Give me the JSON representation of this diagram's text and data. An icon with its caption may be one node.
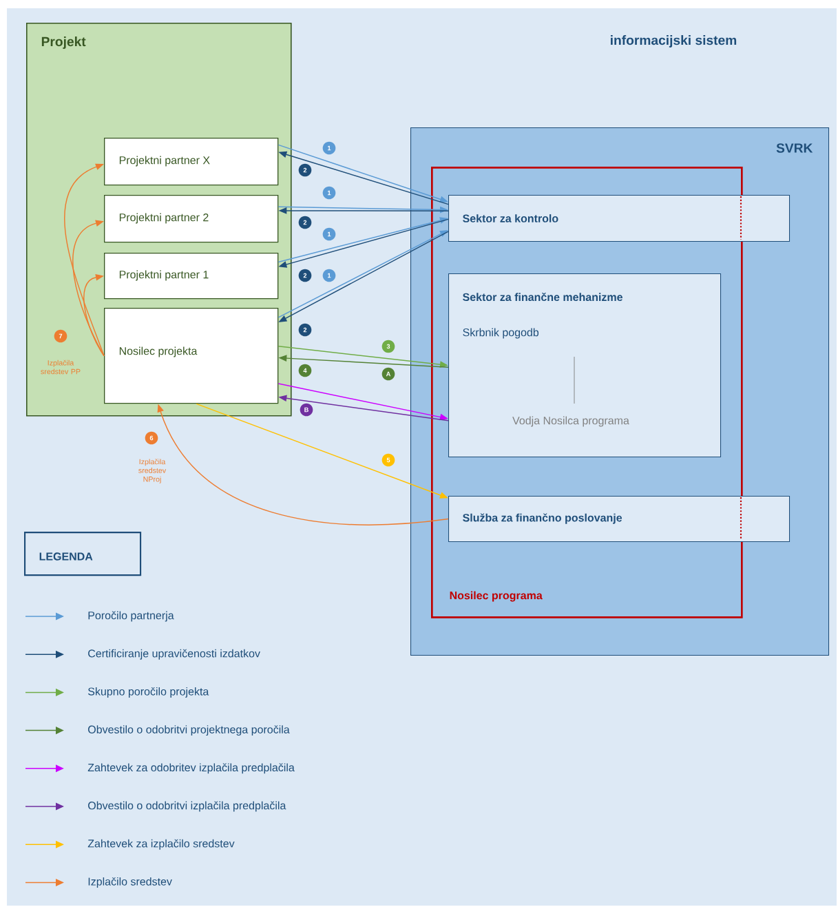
{
  "diagram": {
    "title": "informacijski sistem",
    "nodes": [
      {
        "text": [
          "Projekt"
        ]
      },
      {
        "text": [
          "Projektni partner X"
        ],
        "in": 0
      },
      {
        "text": [
          "Projektni partner 2"
        ],
        "in": 0
      },
      {
        "text": [
          "Projektni partner 1"
        ],
        "in": 0
      },
      {
        "text": [
          "Nosilec projekta"
        ],
        "in": 0
      },
      {
        "text": [
          "SVRK"
        ]
      },
      {
        "text": [
          "Nosilec programa"
        ],
        "in": 5
      },
      {
        "text": [
          "Sektor za kontrolo"
        ],
        "in": 5
      },
      {
        "text": [
          "Sektor za finančne mehanizme",
          "Skrbnik pogodb",
          "Vodja Nosilca programa"
        ],
        "in": 6
      },
      {
        "text": [
          "Služba za finančno poslovanje"
        ],
        "in": 5
      },
      {
        "text": [
          "LEGENDA"
        ]
      }
    ],
    "edges": [
      {
        "from": 1,
        "to": 7,
        "arrow": "to",
        "label": "1",
        "color": "#5b9bd5"
      },
      {
        "from": 7,
        "to": 1,
        "arrow": "to",
        "label": "2",
        "color": "#1f4e79"
      },
      {
        "from": 2,
        "to": 7,
        "arrow": "to",
        "label": "1",
        "color": "#5b9bd5"
      },
      {
        "from": 7,
        "to": 2,
        "arrow": "to",
        "label": "2",
        "color": "#1f4e79"
      },
      {
        "from": 3,
        "to": 7,
        "arrow": "to",
        "label": "1",
        "color": "#5b9bd5"
      },
      {
        "from": 7,
        "to": 3,
        "arrow": "to",
        "label": "2",
        "color": "#1f4e79"
      },
      {
        "from": 4,
        "to": 7,
        "arrow": "to",
        "label": "1",
        "color": "#5b9bd5"
      },
      {
        "from": 7,
        "to": 4,
        "arrow": "to",
        "label": "2",
        "color": "#1f4e79"
      },
      {
        "from": 4,
        "to": 8,
        "arrow": "to",
        "label": "3",
        "color": "#70ad47"
      },
      {
        "from": 8,
        "to": 4,
        "arrow": "to",
        "label": "4",
        "color": "#548235"
      },
      {
        "from": 4,
        "to": 8,
        "arrow": "to",
        "color": "#cc00ff"
      },
      {
        "from": 8,
        "to": 4,
        "arrow": "to",
        "label": "B",
        "color": "#7030a0"
      },
      {
        "from": 4,
        "to": 9,
        "arrow": "to",
        "label": "5",
        "color": "#ffc000"
      },
      {
        "from": 9,
        "to": 4,
        "arrow": "to",
        "label": "6",
        "color": "#ed7d31"
      },
      {
        "from": 4,
        "to": 1,
        "arrow": "to",
        "color": "#ed7d31"
      },
      {
        "from": 4,
        "to": 2,
        "arrow": "to",
        "label": "7",
        "color": "#ed7d31"
      },
      {
        "from": 4,
        "to": 3,
        "arrow": "to",
        "color": "#ed7d31"
      }
    ],
    "labels": [
      "A",
      "Izplačila sredstev PP",
      "Izplačila sredstev NProj"
    ],
    "legend": [
      {
        "text": "Poročilo partnerja"
      },
      {
        "text": "Certificiranje upravičenosti izdatkov"
      },
      {
        "text": "Skupno poročilo projekta"
      },
      {
        "text": "Obvestilo o odobritvi projektnega poročila"
      },
      {
        "text": "Zahtevek za odobritev izplačila predplačila"
      },
      {
        "text": "Obvestilo o odobritvi izplačila predplačila"
      },
      {
        "text": "Zahtevek za izplačilo sredstev"
      },
      {
        "text": "Izplačilo sredstev"
      }
    ]
  }
}
